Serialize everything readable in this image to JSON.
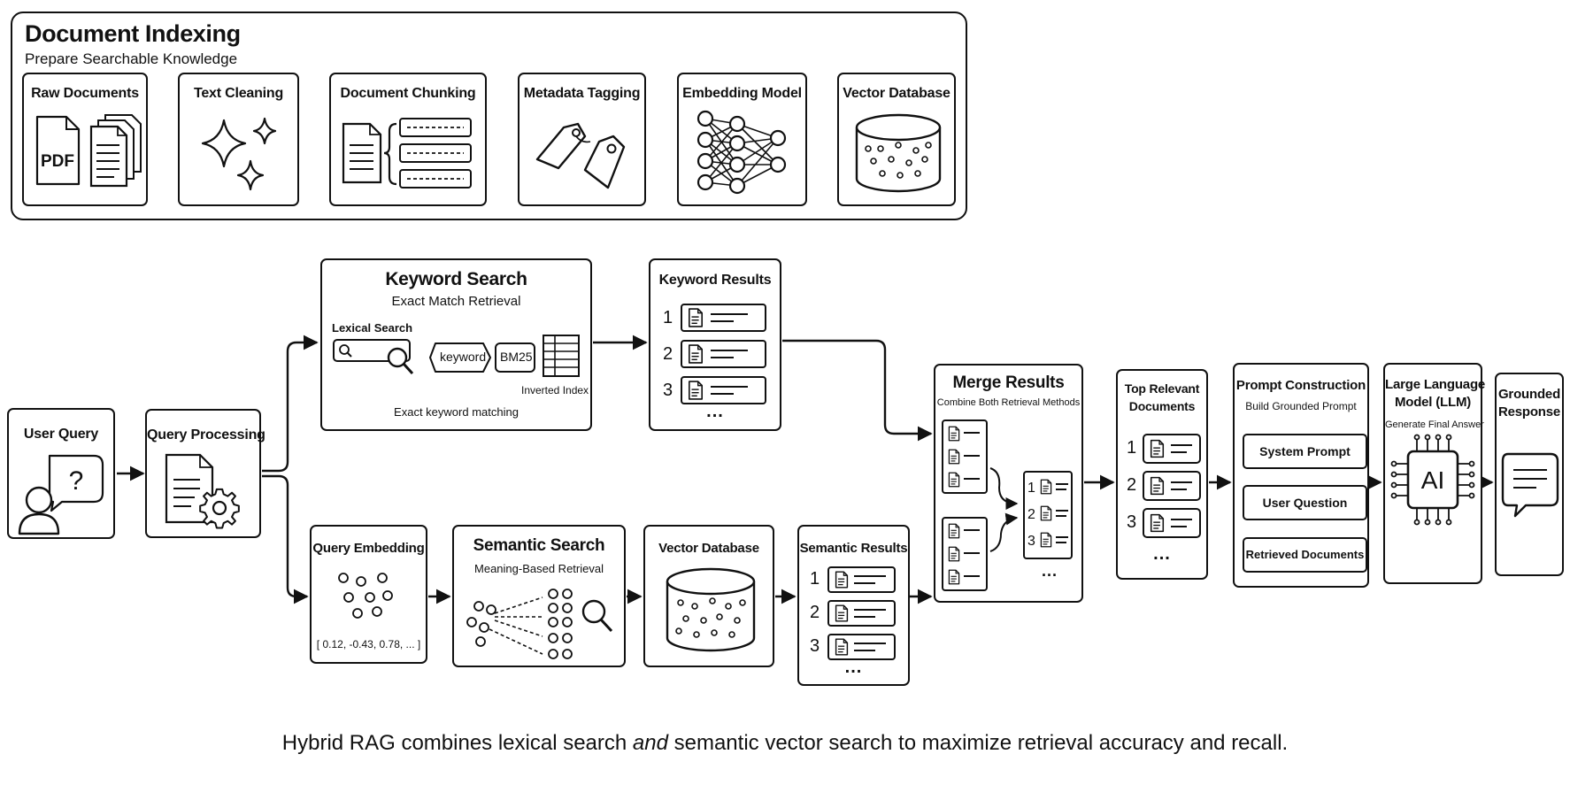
{
  "indexing": {
    "title": "Document Indexing",
    "subtitle": "Prepare Searchable Knowledge",
    "steps": [
      "Raw Documents",
      "Text Cleaning",
      "Document Chunking",
      "Metadata Tagging",
      "Embedding Model",
      "Vector Database"
    ],
    "pdf_label": "PDF"
  },
  "user_query": {
    "title": "User Query",
    "glyph": "?"
  },
  "query_processing": {
    "title": "Query Processing"
  },
  "keyword_search": {
    "title": "Keyword Search",
    "subtitle": "Exact Match Retrieval",
    "section": "Lexical Search",
    "chip_keyword": "keyword",
    "chip_bm25": "BM25",
    "index_label": "Inverted Index",
    "footer": "Exact keyword matching"
  },
  "keyword_results": {
    "title": "Keyword Results",
    "ranks": [
      "1",
      "2",
      "3"
    ],
    "more": "..."
  },
  "query_embedding": {
    "title": "Query Embedding",
    "vector": "[ 0.12, -0.43, 0.78, ... ]"
  },
  "semantic_search": {
    "title": "Semantic Search",
    "subtitle": "Meaning-Based Retrieval"
  },
  "vector_db": {
    "title": "Vector Database"
  },
  "semantic_results": {
    "title": "Semantic Results",
    "ranks": [
      "1",
      "2",
      "3"
    ],
    "more": "..."
  },
  "merge": {
    "title": "Merge Results",
    "subtitle": "Combine Both Retrieval Methods",
    "ranks": [
      "1",
      "2",
      "3"
    ],
    "more": "..."
  },
  "top_docs": {
    "title_line1": "Top Relevant",
    "title_line2": "Documents",
    "ranks": [
      "1",
      "2",
      "3"
    ],
    "more": "..."
  },
  "prompt": {
    "title": "Prompt Construction",
    "subtitle": "Build Grounded Prompt",
    "parts": [
      "System Prompt",
      "User Question",
      "Retrieved Documents"
    ]
  },
  "llm": {
    "title_line1": "Large Language",
    "title_line2": "Model (LLM)",
    "subtitle": "Generate Final Answer",
    "chip": "AI"
  },
  "response": {
    "title_line1": "Grounded",
    "title_line2": "Response"
  },
  "caption": {
    "before": "Hybrid RAG combines lexical search ",
    "emph": "and",
    "after": " semantic vector search to maximize retrieval accuracy and recall."
  },
  "colors": {
    "stroke": "#111111",
    "background": "#ffffff"
  }
}
